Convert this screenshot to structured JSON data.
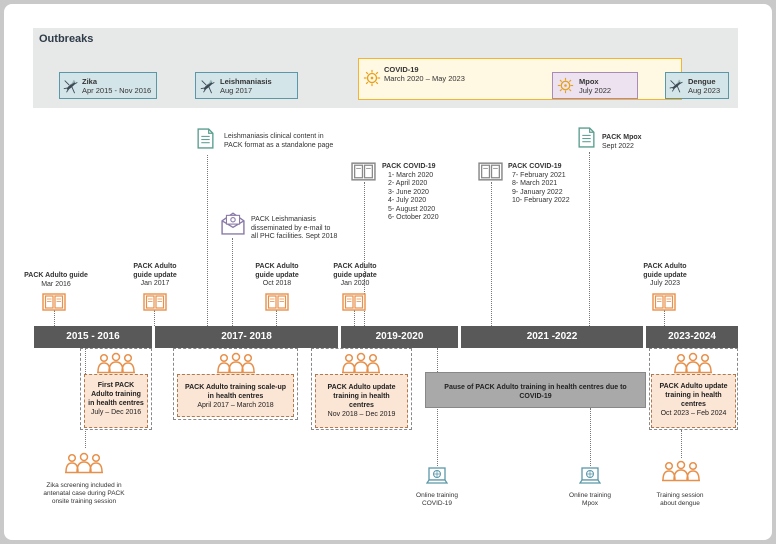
{
  "outbreaks": {
    "title": "Outbreaks",
    "zika": {
      "name": "Zika",
      "dates": "Apr 2015 - Nov 2016"
    },
    "leish": {
      "name": "Leishmaniasis",
      "dates": "Aug 2017"
    },
    "covid": {
      "name": "COVID-19",
      "dates": "March 2020 – May 2023"
    },
    "mpox": {
      "name": "Mpox",
      "dates": "July 2022"
    },
    "dengue": {
      "name": "Dengue",
      "dates": "Aug 2023"
    }
  },
  "periods": [
    "2015 - 2016",
    "2017- 2018",
    "2019-2020",
    "2021 -2022",
    "2023-2024"
  ],
  "guides": {
    "g2016": {
      "line1": "PACK Adulto guide",
      "line2": "Mar 2016"
    },
    "g2017": {
      "line1": "PACK Adulto",
      "line2": "guide update",
      "line3": "Jan 2017"
    },
    "g2018": {
      "line1": "PACK Adulto",
      "line2": "guide update",
      "line3": "Oct 2018"
    },
    "g2020": {
      "line1": "PACK Adulto",
      "line2": "guide update",
      "line3": "Jan 2020"
    },
    "g2023": {
      "line1": "PACK Adulto",
      "line2": "guide update",
      "line3": "July 2023"
    }
  },
  "leish_content": {
    "line1": "Leishmaniasis clinical content in",
    "line2": "PACK format as a standalone page"
  },
  "leish_email": {
    "line1": "PACK Leishmaniasis",
    "line2": "disseminated by e-mail to",
    "line3": "all PHC facilities. Sept 2018"
  },
  "covid1": {
    "title": "PACK COVID-19",
    "items": [
      "1- March 2020",
      "2- April 2020",
      "3- June 2020",
      "4- July 2020",
      "5- August 2020",
      "6- October 2020"
    ]
  },
  "covid2": {
    "title": "PACK COVID-19",
    "items": [
      "7- February 2021",
      "8- March 2021",
      "9- January 2022",
      "10- February 2022"
    ]
  },
  "pack_mpox": {
    "line1": "PACK Mpox",
    "line2": "Sept 2022"
  },
  "trainings": {
    "t1": {
      "l1": "First PACK",
      "l2": "Adulto training",
      "l3": "in health centres",
      "l4": "July – Dec 2016"
    },
    "t2": {
      "l1": "PACK Adulto training scale-up",
      "l2": "in health centres",
      "l3": "April 2017 – March 2018"
    },
    "t3": {
      "l1": "PACK Adulto update",
      "l2": "training in health",
      "l3": "centres",
      "l4": "Nov 2018 – Dec 2019"
    },
    "t4": {
      "l1": "PACK Adulto  update",
      "l2": "training in health",
      "l3": "centres",
      "l4": "Oct 2023 – Feb 2024"
    }
  },
  "pause": {
    "l1": "Pause of PACK Adulto training in health centres due to",
    "l2": "COVID-19"
  },
  "bottom": {
    "zika": {
      "l1": "Zika screening included in",
      "l2": "antenatal case during PACK",
      "l3": "onsite training session"
    },
    "online_covid": {
      "l1": "Online training",
      "l2": "COVID-19"
    },
    "online_mpox": {
      "l1": "Online training",
      "l2": "Mpox"
    },
    "dengue": {
      "l1": "Training session",
      "l2": "about dengue"
    }
  },
  "colors": {
    "period_bar": "#595959",
    "training_fill": "#fbe5d4",
    "icon_orange": "#e8904a",
    "icon_teal": "#5a9e8f",
    "outbreak_blue": "#d4e5ea"
  }
}
